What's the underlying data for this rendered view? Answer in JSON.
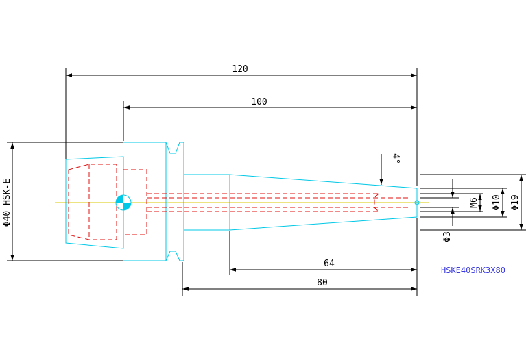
{
  "dimensions": {
    "overall_length": "120",
    "body_length": "100",
    "taper_length": "64",
    "shank_length": "80",
    "taper_angle": "4°",
    "flange_diameter": "Φ40 HSK-E",
    "diameter_3": "Φ3",
    "thread_m6": "M6",
    "diameter_10": "Φ10",
    "diameter_19": "Φ19"
  },
  "part_number": "HSKE40SRK3X80",
  "colors": {
    "outline": "#00c8e6",
    "hidden_lines": "#e01010",
    "centerline": "#d8c800",
    "dimensions": "#000000",
    "part_number": "#3a3ae0"
  }
}
